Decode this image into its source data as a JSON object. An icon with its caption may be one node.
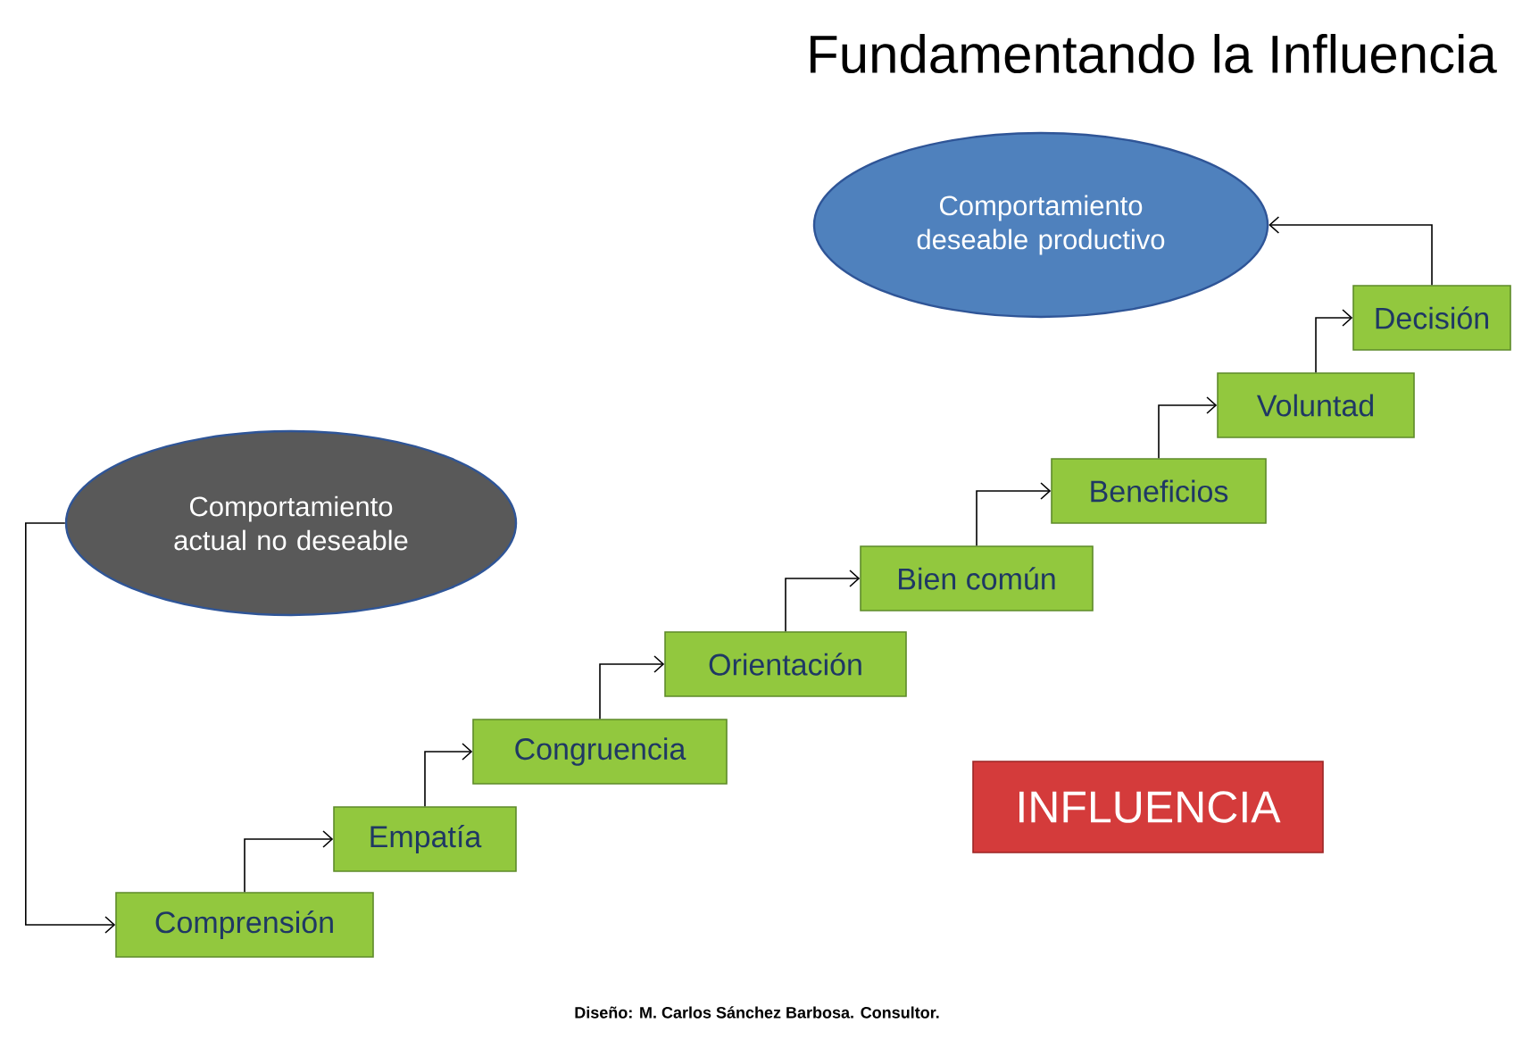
{
  "diagram": {
    "title": "Fundamentando la Influencia",
    "nodes": [
      {
        "text": [
          "Comportamiento actual no deseable"
        ]
      },
      {
        "text": [
          "Comportamiento deseable productivo"
        ]
      },
      {
        "text": [
          "Comprensión"
        ]
      },
      {
        "text": [
          "Empatía"
        ]
      },
      {
        "text": [
          "Congruencia"
        ]
      },
      {
        "text": [
          "Orientación"
        ]
      },
      {
        "text": [
          "Bien común"
        ]
      },
      {
        "text": [
          "Beneficios"
        ]
      },
      {
        "text": [
          "Voluntad"
        ]
      },
      {
        "text": [
          "Decisión"
        ]
      },
      {
        "text": [
          "INFLUENCIA"
        ]
      }
    ],
    "edges": [
      {
        "from": 0,
        "to": 2,
        "arrow": "to"
      },
      {
        "from": 2,
        "to": 3,
        "arrow": "to"
      },
      {
        "from": 3,
        "to": 4,
        "arrow": "to"
      },
      {
        "from": 4,
        "to": 5,
        "arrow": "to"
      },
      {
        "from": 5,
        "to": 6,
        "arrow": "to"
      },
      {
        "from": 6,
        "to": 7,
        "arrow": "to"
      },
      {
        "from": 7,
        "to": 8,
        "arrow": "to"
      },
      {
        "from": 8,
        "to": 9,
        "arrow": "to"
      },
      {
        "from": 9,
        "to": 1,
        "arrow": "to"
      }
    ],
    "labels": [
      "Diseño: M. Carlos Sánchez Barbosa. Consultor."
    ]
  }
}
